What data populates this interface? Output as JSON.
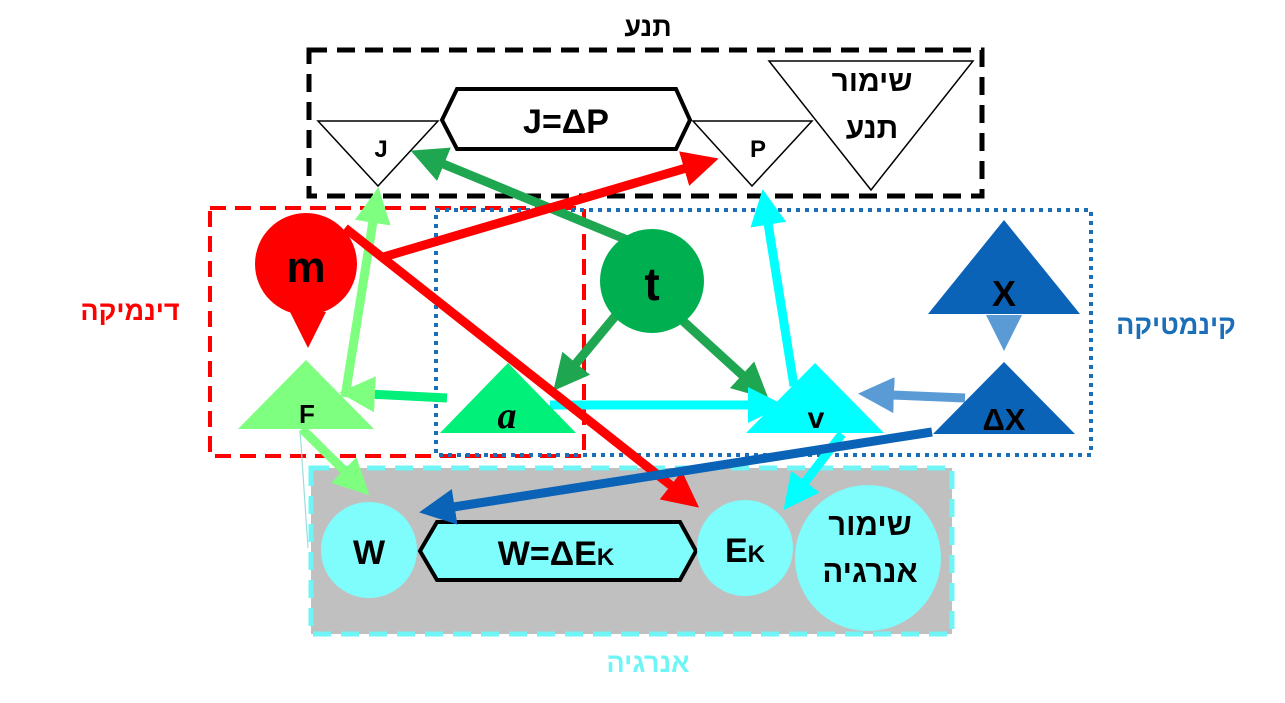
{
  "colors": {
    "momentum": "#000000",
    "dynamics": "#ff0000",
    "kinematics": "#1b6fb8",
    "energy": "#6ff5f5",
    "energy_fill": "#c0c0c0",
    "mass": "#ff0000",
    "time": "#00b050",
    "force": "#7fff7f",
    "acceleration": "#00f07a",
    "velocity": "#00ffff",
    "position": "#0b63b8",
    "energy_node": "#7ffcfc"
  },
  "groups": {
    "momentum": "תנע",
    "dynamics": "דינמיקה",
    "kinematics": "קינמטיקה",
    "energy": "אנרגיה"
  },
  "nodes": {
    "J": "J",
    "P": "P",
    "m": "m",
    "t": "t",
    "F": "F",
    "a": "a",
    "v": "v",
    "X": "X",
    "dX": "ΔX",
    "W": "W",
    "Ek_main": "E",
    "Ek_sub": "K"
  },
  "conservation_momentum": [
    "שימור",
    "תנע"
  ],
  "conservation_energy": [
    "שימור",
    "אנרגיה"
  ],
  "theorems": {
    "impulse": "J=ΔP",
    "work_prefix": "W=ΔE",
    "work_sub": "K"
  },
  "relations": [
    {
      "from": "t",
      "to": "J"
    },
    {
      "from": "t",
      "to": "a"
    },
    {
      "from": "t",
      "to": "v"
    },
    {
      "from": "m",
      "to": "P"
    },
    {
      "from": "m",
      "to": "F"
    },
    {
      "from": "m",
      "to": "Ek"
    },
    {
      "from": "F",
      "to": "J"
    },
    {
      "from": "F",
      "to": "W"
    },
    {
      "from": "a",
      "to": "F"
    },
    {
      "from": "a",
      "to": "v"
    },
    {
      "from": "v",
      "to": "P"
    },
    {
      "from": "v",
      "to": "Ek"
    },
    {
      "from": "X",
      "to": "dX"
    },
    {
      "from": "dX",
      "to": "v"
    },
    {
      "from": "dX",
      "to": "W"
    }
  ]
}
